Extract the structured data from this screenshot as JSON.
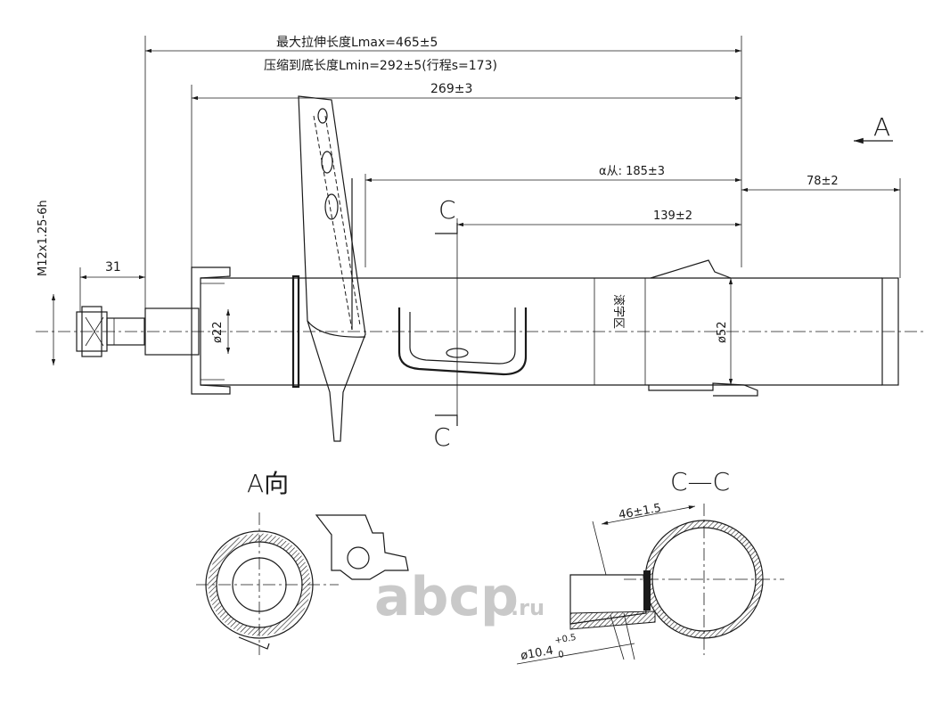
{
  "dimensions": {
    "lmax": "最大拉伸长度Lmax=465±5",
    "lmin": "压缩到底长度Lmin=292±5(行程s=173)",
    "d269": "269±3",
    "d185": "α从: 185±3",
    "d139": "139±2",
    "d78": "78±2",
    "d31": "31",
    "thread": "M12x1.25-6h",
    "dia22": "ø22",
    "dia52": "ø52",
    "d46": "46±1.5",
    "dia10": "ø10.4",
    "dia10_sup": "+0.5",
    "dia10_sub": "0"
  },
  "labels": {
    "a_arrow": "A",
    "c_top": "C",
    "c_bottom": "C",
    "roll_zone": "滚字区",
    "view_a": "A向",
    "section_cc": "C—C"
  },
  "watermark": {
    "brand": "abcp",
    "suffix": ".ru"
  },
  "colors": {
    "line": "#1a1a1a",
    "hatch": "#1a1a1a",
    "watermark": "#c9c9c9"
  }
}
